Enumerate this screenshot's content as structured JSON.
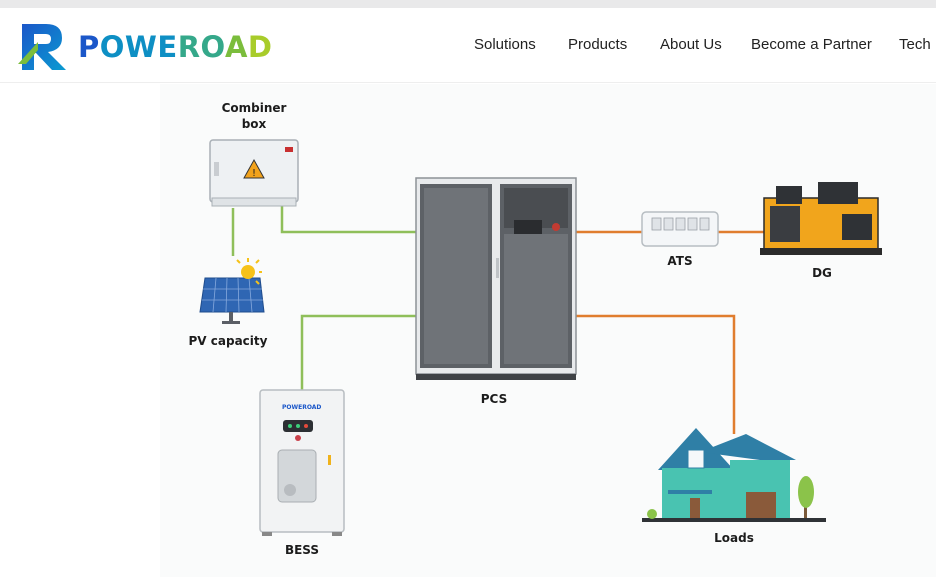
{
  "brand": {
    "name_part1": "P",
    "name_part2": "OWE",
    "name_part3": "RO",
    "name_part4": "A",
    "name_part5": "D"
  },
  "nav": {
    "items": [
      "Solutions",
      "Products",
      "About Us",
      "Become a Partner",
      "Tech"
    ]
  },
  "diagram": {
    "labels": {
      "combiner_line1": "Combiner",
      "combiner_line2": "box",
      "pv": "PV capacity",
      "bess": "BESS",
      "pcs": "PCS",
      "ats": "ATS",
      "dg": "DG",
      "loads": "Loads"
    },
    "bess_brand": "POWEROAD",
    "line_colors": {
      "dc": "#8fbf5a",
      "ac": "#e07d2e"
    }
  }
}
